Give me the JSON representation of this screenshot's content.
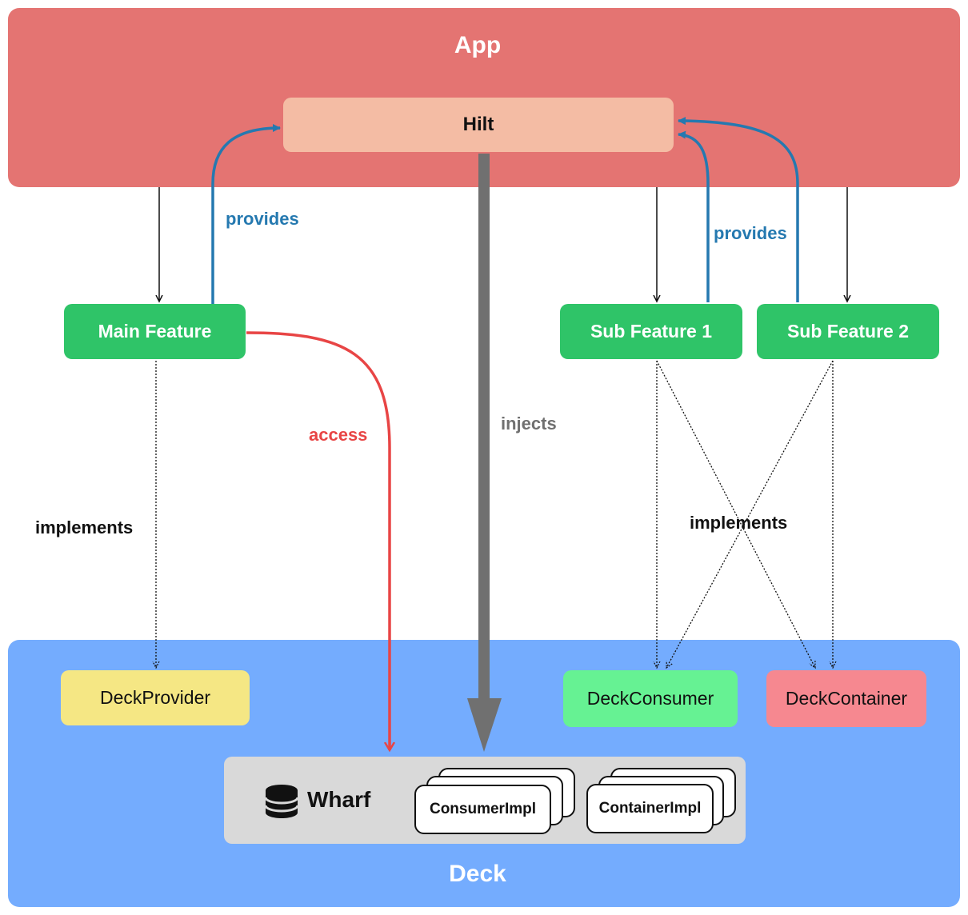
{
  "regions": {
    "app_title": "App",
    "deck_title": "Deck"
  },
  "nodes": {
    "hilt": "Hilt",
    "main_feature": "Main Feature",
    "sub_feature_1": "Sub Feature 1",
    "sub_feature_2": "Sub Feature 2",
    "deck_provider": "DeckProvider",
    "deck_consumer": "DeckConsumer",
    "deck_container": "DeckContainer",
    "wharf": "Wharf",
    "consumer_impl": "ConsumerImpl",
    "container_impl": "ContainerImpl"
  },
  "edge_labels": {
    "provides_left": "provides",
    "provides_right": "provides",
    "access": "access",
    "injects": "injects",
    "implements_left": "implements",
    "implements_right": "implements"
  },
  "icons": {
    "wharf_icon": "database-icon"
  },
  "colors": {
    "app": "#e47472",
    "deck": "#74acfe",
    "hilt": "#f4bca4",
    "feature": "#2fc468",
    "deck_provider": "#f5e784",
    "deck_consumer": "#66f293",
    "deck_container": "#f68890",
    "wharf": "#d9d9d9",
    "provides_arrow": "#2579b0",
    "access_arrow": "#e84545",
    "injects_arrow": "#707070"
  }
}
